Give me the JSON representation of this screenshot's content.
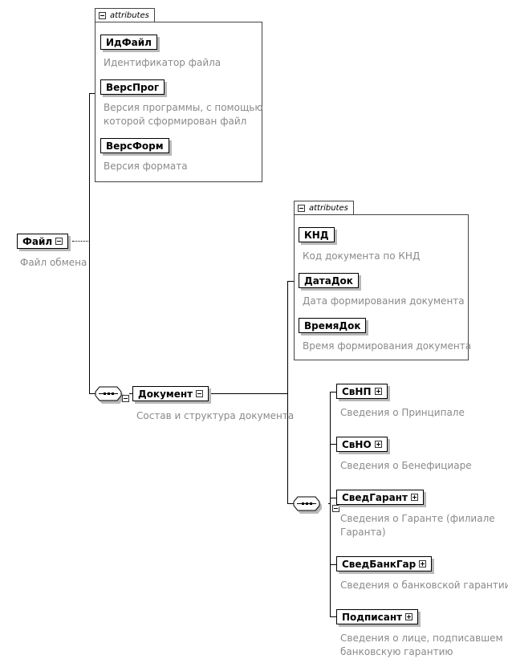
{
  "root": {
    "name": "Файл",
    "description": "Файл обмена"
  },
  "root_attributes": {
    "tab_label": "attributes",
    "items": [
      {
        "name": "ИдФайл",
        "description": [
          "Идентификатор файла"
        ]
      },
      {
        "name": "ВерсПрог",
        "description": [
          "Версия программы, с помощью",
          "которой сформирован файл"
        ]
      },
      {
        "name": "ВерсФорм",
        "description": [
          "Версия формата"
        ]
      }
    ]
  },
  "document": {
    "name": "Документ",
    "description": "Состав и структура документа"
  },
  "document_attributes": {
    "tab_label": "attributes",
    "items": [
      {
        "name": "КНД",
        "description": [
          "Код документа по КНД"
        ]
      },
      {
        "name": "ДатаДок",
        "description": [
          "Дата формирования документа"
        ]
      },
      {
        "name": "ВремяДок",
        "description": [
          "Время формирования документа"
        ]
      }
    ]
  },
  "document_children": [
    {
      "name": "СвНП",
      "description": [
        "Сведения о Принципале"
      ]
    },
    {
      "name": "СвНО",
      "description": [
        "Сведения о Бенефициаре"
      ]
    },
    {
      "name": "СведГарант",
      "description": [
        "Сведения о Гаранте (филиале",
        "Гаранта)"
      ]
    },
    {
      "name": "СведБанкГар",
      "description": [
        "Сведения о банковской гарантии"
      ]
    },
    {
      "name": "Подписант",
      "description": [
        "Сведения о лице, подписавшем",
        "банковскую гарантию"
      ]
    }
  ]
}
